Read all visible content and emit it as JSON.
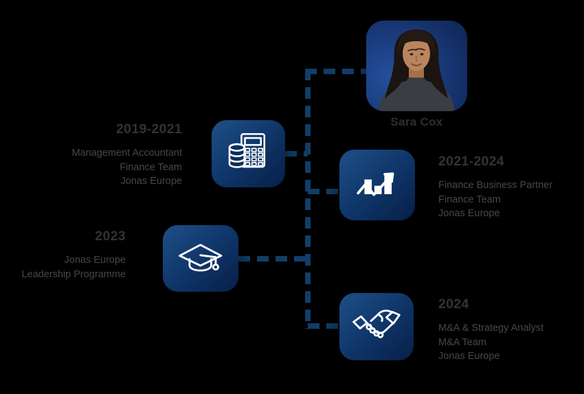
{
  "page": {
    "background": "#000000"
  },
  "person": {
    "name": "Sara Cox"
  },
  "colors": {
    "connector_dash": "#113e68",
    "tile_gradient_start": "#1e5088",
    "tile_gradient_end": "#071f47",
    "heading_text": "#333333",
    "body_text": "#474747",
    "icon_stroke": "#ffffff",
    "photo_background_blue": "#1c418f"
  },
  "timeline": [
    {
      "period": "2019-2021",
      "lines": [
        "Management Accountant",
        "Finance Team",
        "Jonas Europe"
      ],
      "icon": "calculator-coins-icon",
      "align": "right"
    },
    {
      "period": "2021-2024",
      "lines": [
        "Finance Business Partner",
        "Finance Team",
        "Jonas Europe"
      ],
      "icon": "bar-chart-growth-icon",
      "align": "left"
    },
    {
      "period": "2023",
      "lines": [
        "Jonas Europe",
        "Leadership Programme"
      ],
      "icon": "graduation-cap-icon",
      "align": "right"
    },
    {
      "period": "2024",
      "lines": [
        "M&A & Strategy Analyst",
        "M&A Team",
        "Jonas Europe"
      ],
      "icon": "handshake-icon",
      "align": "left"
    }
  ]
}
